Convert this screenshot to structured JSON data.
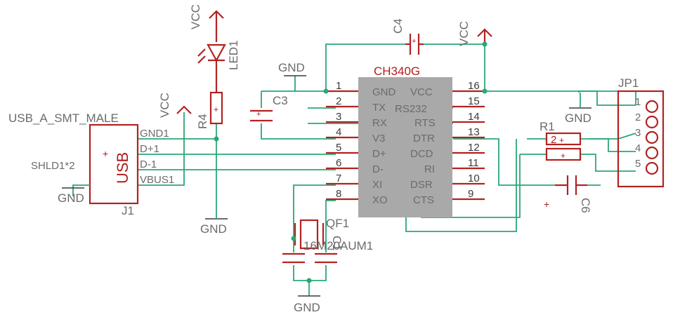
{
  "colors": {
    "symbol": "#b22222",
    "wire": "#2aa777",
    "label": "#6b6b6b",
    "ic_body": "#a9a9a9"
  },
  "usb": {
    "title": "USB_A_SMT_MALE",
    "body_text": "USB",
    "ref": "J1",
    "shield": "SHLD1*2",
    "pins": [
      "GND1",
      "D+1",
      "D-1",
      "VBUS1"
    ]
  },
  "led": {
    "ref": "LED1",
    "supply": "VCC"
  },
  "r4": {
    "ref": "R4"
  },
  "vcc_usb": "VCC",
  "c3": {
    "ref": "C3"
  },
  "c4": {
    "ref": "C4"
  },
  "c6": {
    "ref": "C6"
  },
  "r1": {
    "ref": "R1"
  },
  "r2": {
    "ref": "2"
  },
  "ic": {
    "name": "CH340G",
    "subtitle": "RS232",
    "left_pins": [
      {
        "num": "1",
        "name": "GND"
      },
      {
        "num": "2",
        "name": "TX"
      },
      {
        "num": "3",
        "name": "RX"
      },
      {
        "num": "4",
        "name": "V3"
      },
      {
        "num": "5",
        "name": "D+"
      },
      {
        "num": "6",
        "name": "D-"
      },
      {
        "num": "7",
        "name": "XI"
      },
      {
        "num": "8",
        "name": "XO"
      }
    ],
    "right_pins": [
      {
        "num": "16",
        "name": "VCC"
      },
      {
        "num": "15",
        "name": ""
      },
      {
        "num": "14",
        "name": "RTS"
      },
      {
        "num": "13",
        "name": "DTR"
      },
      {
        "num": "12",
        "name": "DCD"
      },
      {
        "num": "11",
        "name": "RI"
      },
      {
        "num": "10",
        "name": "DSR"
      },
      {
        "num": "9",
        "name": "CTS"
      }
    ]
  },
  "crystal": {
    "ref": "QF1",
    "part": "16M20AUM1",
    "caps": "C1"
  },
  "header": {
    "ref": "JP1",
    "pins": [
      "1",
      "2",
      "3",
      "4",
      "5"
    ]
  },
  "vcc_ic": "VCC",
  "gnd_labels": [
    "GND",
    "GND",
    "GND",
    "GND",
    "GND"
  ]
}
